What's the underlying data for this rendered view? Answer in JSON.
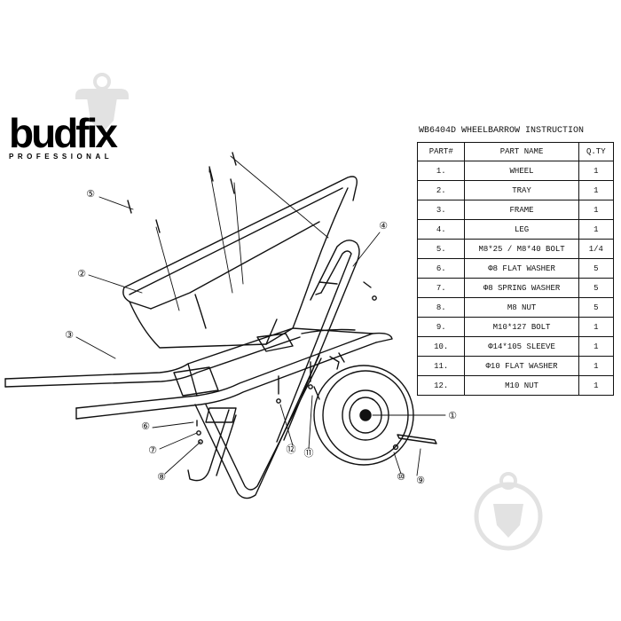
{
  "brand": {
    "name": "budfix",
    "tagline": "PROFESSIONAL"
  },
  "doc_title": "WB6404D WHEELBARROW INSTRUCTION",
  "parts_table": {
    "headers": [
      "PART#",
      "PART NAME",
      "Q.TY"
    ],
    "rows": [
      [
        "1.",
        "WHEEL",
        "1"
      ],
      [
        "2.",
        "TRAY",
        "1"
      ],
      [
        "3.",
        "FRAME",
        "1"
      ],
      [
        "4.",
        "LEG",
        "1"
      ],
      [
        "5.",
        "M8*25 / M8*40 BOLT",
        "1/4"
      ],
      [
        "6.",
        "Φ8 FLAT WASHER",
        "5"
      ],
      [
        "7.",
        "Φ8 SPRING WASHER",
        "5"
      ],
      [
        "8.",
        "M8 NUT",
        "5"
      ],
      [
        "9.",
        "M10*127 BOLT",
        "1"
      ],
      [
        "10.",
        "Φ14*105 SLEEVE",
        "1"
      ],
      [
        "11.",
        "Φ10 FLAT WASHER",
        "1"
      ],
      [
        "12.",
        "M10 NUT",
        "1"
      ]
    ]
  },
  "callouts": [
    "①",
    "②",
    "③",
    "④",
    "⑤",
    "⑥",
    "⑦",
    "⑧",
    "⑨",
    "⑩",
    "⑪",
    "⑫"
  ],
  "icons": {
    "watermark": "shopping-bag-watermark-icon"
  },
  "colors": {
    "ink": "#111111",
    "watermark": "#dddddd",
    "background": "#ffffff"
  }
}
